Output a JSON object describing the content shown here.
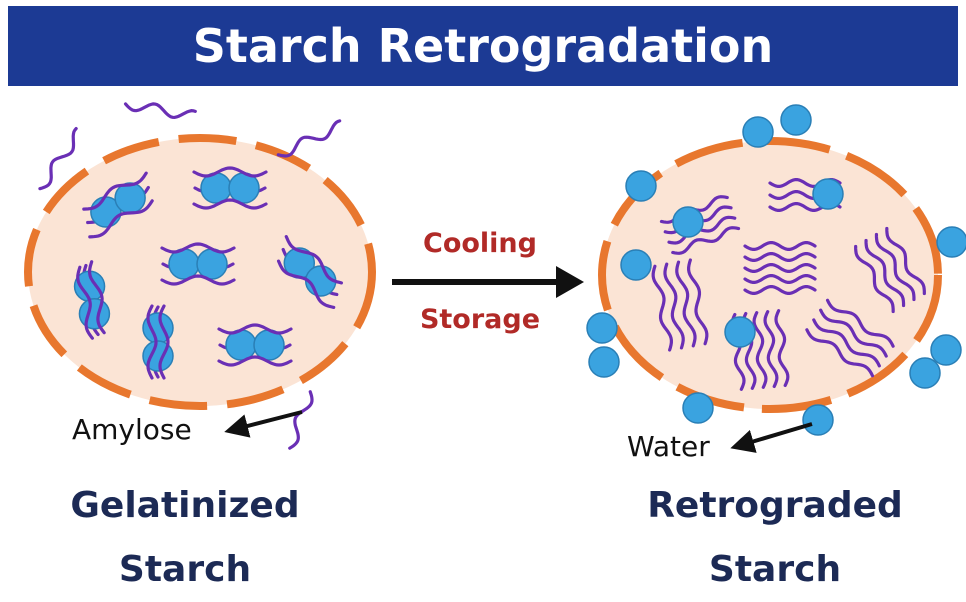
{
  "title": "Starch Retrogradation",
  "process": {
    "cooling": "Cooling",
    "storage": "Storage"
  },
  "left": {
    "pointer_label": "Amylose",
    "caption_line1": "Gelatinized",
    "caption_line2": "Starch"
  },
  "right": {
    "pointer_label": "Water",
    "caption_line1": "Retrograded",
    "caption_line2": "Starch"
  },
  "colors": {
    "title_bar": "#1c3a94",
    "granule_fill": "#fbe4d5",
    "granule_border": "#e8772e",
    "chain": "#6a2fb5",
    "water": "#3aa3e0",
    "process_text": "#b12a27",
    "caption_text": "#1c2a55"
  },
  "icons": {
    "water": "water-molecule-icon",
    "chain": "amylose-chain-icon",
    "arrow": "arrow-right-icon"
  }
}
